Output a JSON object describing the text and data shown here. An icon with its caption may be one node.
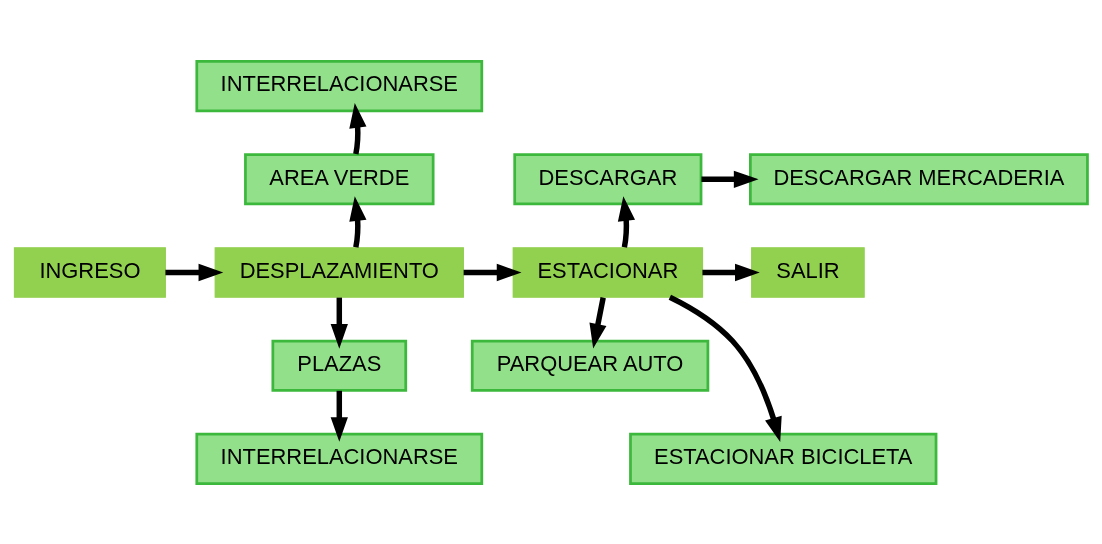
{
  "diagram": {
    "nodes": [
      {
        "text": [
          "INTERRELACIONARSE"
        ]
      },
      {
        "text": [
          "AREA VERDE"
        ]
      },
      {
        "text": [
          "DESCARGAR"
        ]
      },
      {
        "text": [
          "DESCARGAR MERCADERIA"
        ]
      },
      {
        "text": [
          "INGRESO"
        ]
      },
      {
        "text": [
          "DESPLAZAMIENTO"
        ]
      },
      {
        "text": [
          "ESTACIONAR"
        ]
      },
      {
        "text": [
          "SALIR"
        ]
      },
      {
        "text": [
          "PARQUEAR AUTO"
        ]
      },
      {
        "text": [
          "PLAZAS"
        ]
      },
      {
        "text": [
          "ESTACIONAR BICICLETA"
        ]
      },
      {
        "text": [
          "INTERRELACIONARSE"
        ]
      }
    ],
    "edges": [
      {
        "from": 4,
        "to": 5,
        "arrow": "to"
      },
      {
        "from": 5,
        "to": 1,
        "arrow": "to"
      },
      {
        "from": 1,
        "to": 0,
        "arrow": "to"
      },
      {
        "from": 5,
        "to": 9,
        "arrow": "to"
      },
      {
        "from": 9,
        "to": 11,
        "arrow": "to"
      },
      {
        "from": 5,
        "to": 6,
        "arrow": "to"
      },
      {
        "from": 6,
        "to": 2,
        "arrow": "to"
      },
      {
        "from": 2,
        "to": 3,
        "arrow": "to"
      },
      {
        "from": 6,
        "to": 7,
        "arrow": "to"
      },
      {
        "from": 6,
        "to": 8,
        "arrow": "to"
      },
      {
        "from": 6,
        "to": 10,
        "arrow": "to"
      }
    ]
  }
}
